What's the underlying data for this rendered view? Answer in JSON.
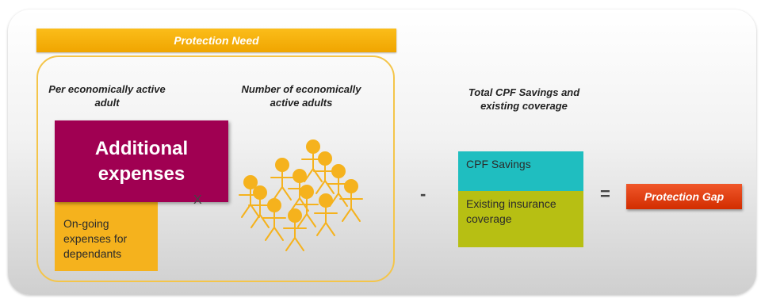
{
  "diagram": {
    "protection_need": "Protection Need",
    "per_adult_header": "Per economically active adult",
    "num_adults_header": "Number of  economically active adults",
    "cpf_header": "Total CPF Savings and existing coverage",
    "additional_expenses": "Additional expenses",
    "ongoing_expenses": "On-going expenses for dependants",
    "times_operator": "X",
    "minus_operator": "-",
    "cpf_savings": "CPF Savings",
    "existing_insurance": "Existing insurance coverage",
    "equals_operator": "=",
    "protection_gap": "Protection Gap"
  },
  "colors": {
    "banner": "#f5b21d",
    "additional": "#a00052",
    "cpf": "#1fbec0",
    "insurance": "#b7bf13",
    "gap": "#e0400f",
    "people": "#f5b21d"
  },
  "icons": [
    "people-group-icon"
  ]
}
